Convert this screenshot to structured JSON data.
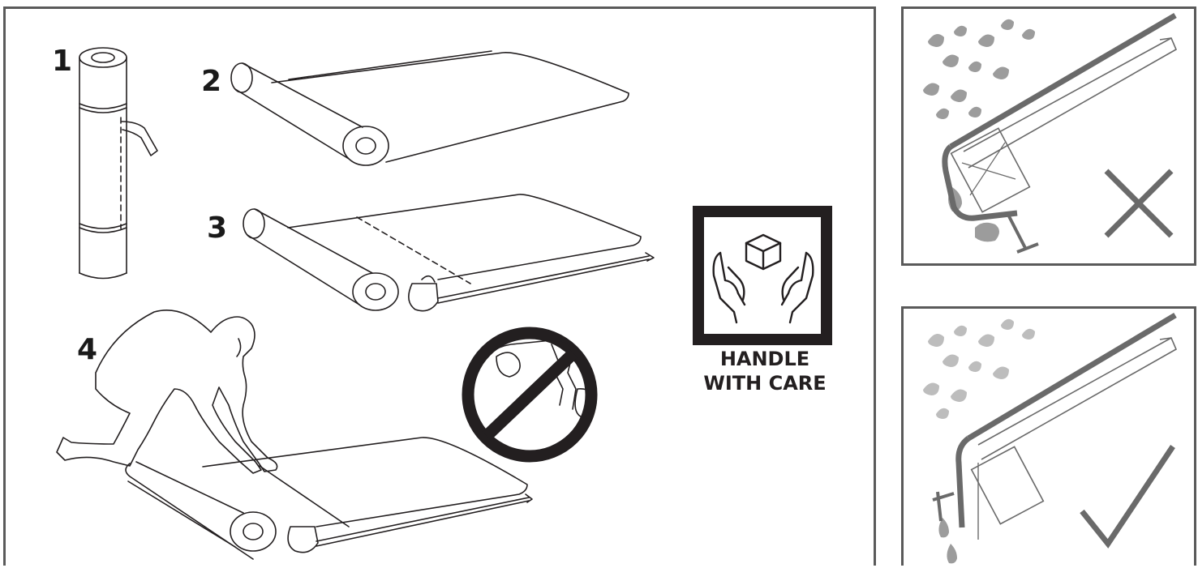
{
  "steps": [
    {
      "number": "1"
    },
    {
      "number": "2"
    },
    {
      "number": "3"
    },
    {
      "number": "4"
    }
  ],
  "handle_with_care": {
    "line1": "HANDLE",
    "line2": "WITH CARE"
  },
  "colors": {
    "ink": "#231f20",
    "panel_border": "#5a5a5a",
    "drop_gray": "#9c9c9c",
    "warning_gray": "#6a6a6a"
  },
  "icons": {
    "prohibited": "no-tearing-icon",
    "fragile": "handle-with-care-icon",
    "wrong": "cross-mark-icon",
    "right": "check-mark-icon"
  }
}
